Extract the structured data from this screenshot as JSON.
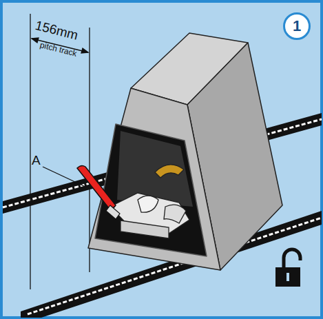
{
  "diagram": {
    "nodes": [
      {
        "text": [
          "1"
        ]
      }
    ],
    "labels": [
      "156mm",
      "pitch track",
      "A"
    ]
  }
}
